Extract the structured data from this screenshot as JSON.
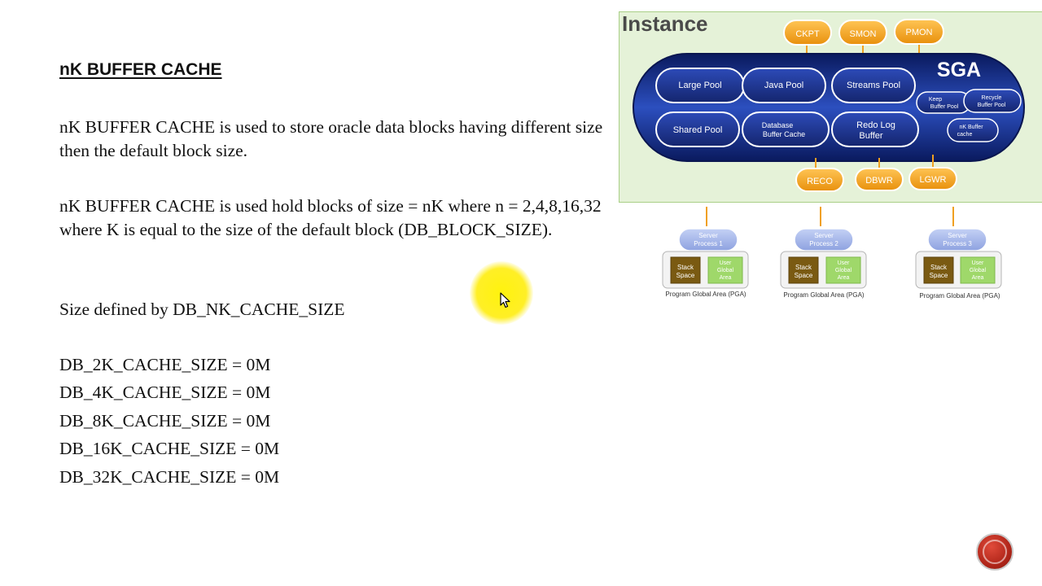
{
  "slide": {
    "title": "nK BUFFER CACHE",
    "para1": "nK BUFFER CACHE is used to store oracle data blocks having different size then the default block size.",
    "para2": "nK BUFFER CACHE is used hold blocks of size = nK where n = 2,4,8,16,32 where K is equal to the size of the default block (DB_BLOCK_SIZE).",
    "para3": "Size defined by DB_NK_CACHE_SIZE",
    "params": [
      "DB_2K_CACHE_SIZE  = 0M",
      "DB_4K_CACHE_SIZE  = 0M",
      "DB_8K_CACHE_SIZE  = 0M",
      "DB_16K_CACHE_SIZE = 0M",
      "DB_32K_CACHE_SIZE = 0M"
    ]
  },
  "diagram": {
    "instance_label": "Instance",
    "sga_label": "SGA",
    "top_processes": [
      "CKPT",
      "SMON",
      "PMON"
    ],
    "bottom_processes": [
      "RECO",
      "DBWR",
      "LGWR"
    ],
    "pool_large": "Large Pool",
    "pool_java": "Java Pool",
    "pool_streams": "Streams Pool",
    "pool_shared": "Shared Pool",
    "db_cache_l1": "Database",
    "db_cache_l2": "Buffer Cache",
    "redo_l1": "Redo Log",
    "redo_l2": "Buffer",
    "keep_l1": "Keep",
    "keep_l2": "Buffer Pool",
    "recycle_l1": "Recycle",
    "recycle_l2": "Buffer Pool",
    "nk_l1": "nK Buffer",
    "nk_l2": "cache",
    "server_l1": "Server",
    "server_process_labels": [
      "Process 1",
      "Process 2",
      "Process 3"
    ],
    "stack_l1": "Stack",
    "stack_l2": "Space",
    "uga_l1": "User",
    "uga_l2": "Global",
    "uga_l3": "Area",
    "pga_label": "Program Global Area (PGA)"
  },
  "colors": {
    "instance_bg": "#e5f2d8",
    "instance_border": "#a9cf87",
    "sga_dark": "#0c1f6e",
    "sga_light": "#3a5fcf",
    "process_orange": "#f2a21c",
    "server_blue": "#a9b9ea",
    "stack_brown": "#7a5a12",
    "uga_green": "#9fd86a",
    "arrow": "#f0a020",
    "pointer_yellow": "#fff200"
  },
  "icons": {
    "cursor": "mouse-pointer-icon",
    "logo": "channel-logo-icon"
  }
}
